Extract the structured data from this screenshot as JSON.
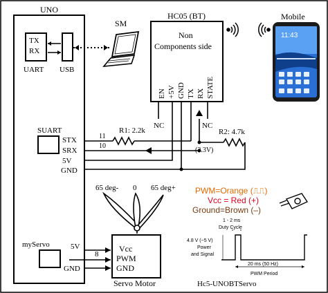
{
  "colors": {
    "orange": "#e06a00",
    "red": "#e0001b",
    "brown": "#7a3a10",
    "screen": "#2a6fd6"
  },
  "uno": {
    "title": "UNO",
    "uart_tx": "TX",
    "uart_rx": "RX",
    "uart_label": "UART",
    "usb_label": "USB"
  },
  "sm": {
    "label": "SM"
  },
  "hc05": {
    "title": "HC05 (BT)",
    "line1": "Non",
    "line2": "Components side",
    "pins": [
      "EN",
      "+5V",
      "GND",
      "TX",
      "RX",
      "STATE"
    ]
  },
  "mobile": {
    "label": "Mobile"
  },
  "nc_left": "NC",
  "nc_right": "NC",
  "suart": {
    "label": "SUART",
    "stx": "STX",
    "srx": "SRX",
    "v5": "5V",
    "gnd": "GND"
  },
  "wires": {
    "w11": "11",
    "w10": "10"
  },
  "resistors": {
    "r1": "R1: 2.2k",
    "r2": "R2: 4.7k",
    "v33": "(3.3V)"
  },
  "servo_angles": {
    "left": "65 deg-",
    "center": "0",
    "right": "65 deg+"
  },
  "servo_legend": {
    "pwm": "PWM=Orange (⎍⎍)",
    "vcc": "Vcc = Red (+)",
    "gnd": "Ground=Brown (–)"
  },
  "myservo": {
    "label": "myServo",
    "v5": "5V",
    "gnd": "GND",
    "pin": "8"
  },
  "servo_box": {
    "vcc": "Vcc",
    "pwm": "PWM",
    "gnd": "GND",
    "caption": "Servo Motor"
  },
  "waveform": {
    "duty": "1 - 2 ms",
    "duty2": "Duty Cycle",
    "volt1": "4.8 V (~5 V)",
    "volt2": "Power",
    "volt3": "and Signal",
    "period": "20 ms (50 Hz)",
    "period2": "PWM Period"
  },
  "footer": "Hc5-UNOBTServo"
}
